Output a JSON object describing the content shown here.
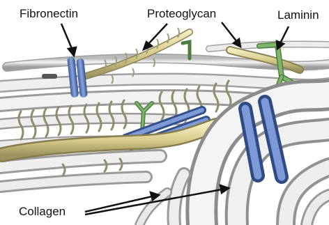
{
  "labels": {
    "fibronectin": "Fibronectin",
    "proteoglycan": "Proteoglycan",
    "laminin": "Laminin",
    "collagen": "Collagen"
  },
  "colors": {
    "background": "#ffffff",
    "collagen_fiber": "#e3e3e3",
    "fibronectin": "#5b79b8",
    "proteoglycan": "#d9cf8f",
    "laminin": "#6fa35c",
    "side_chains": "#9c9a7a",
    "label_text": "#111111",
    "arrows": "#111111"
  }
}
